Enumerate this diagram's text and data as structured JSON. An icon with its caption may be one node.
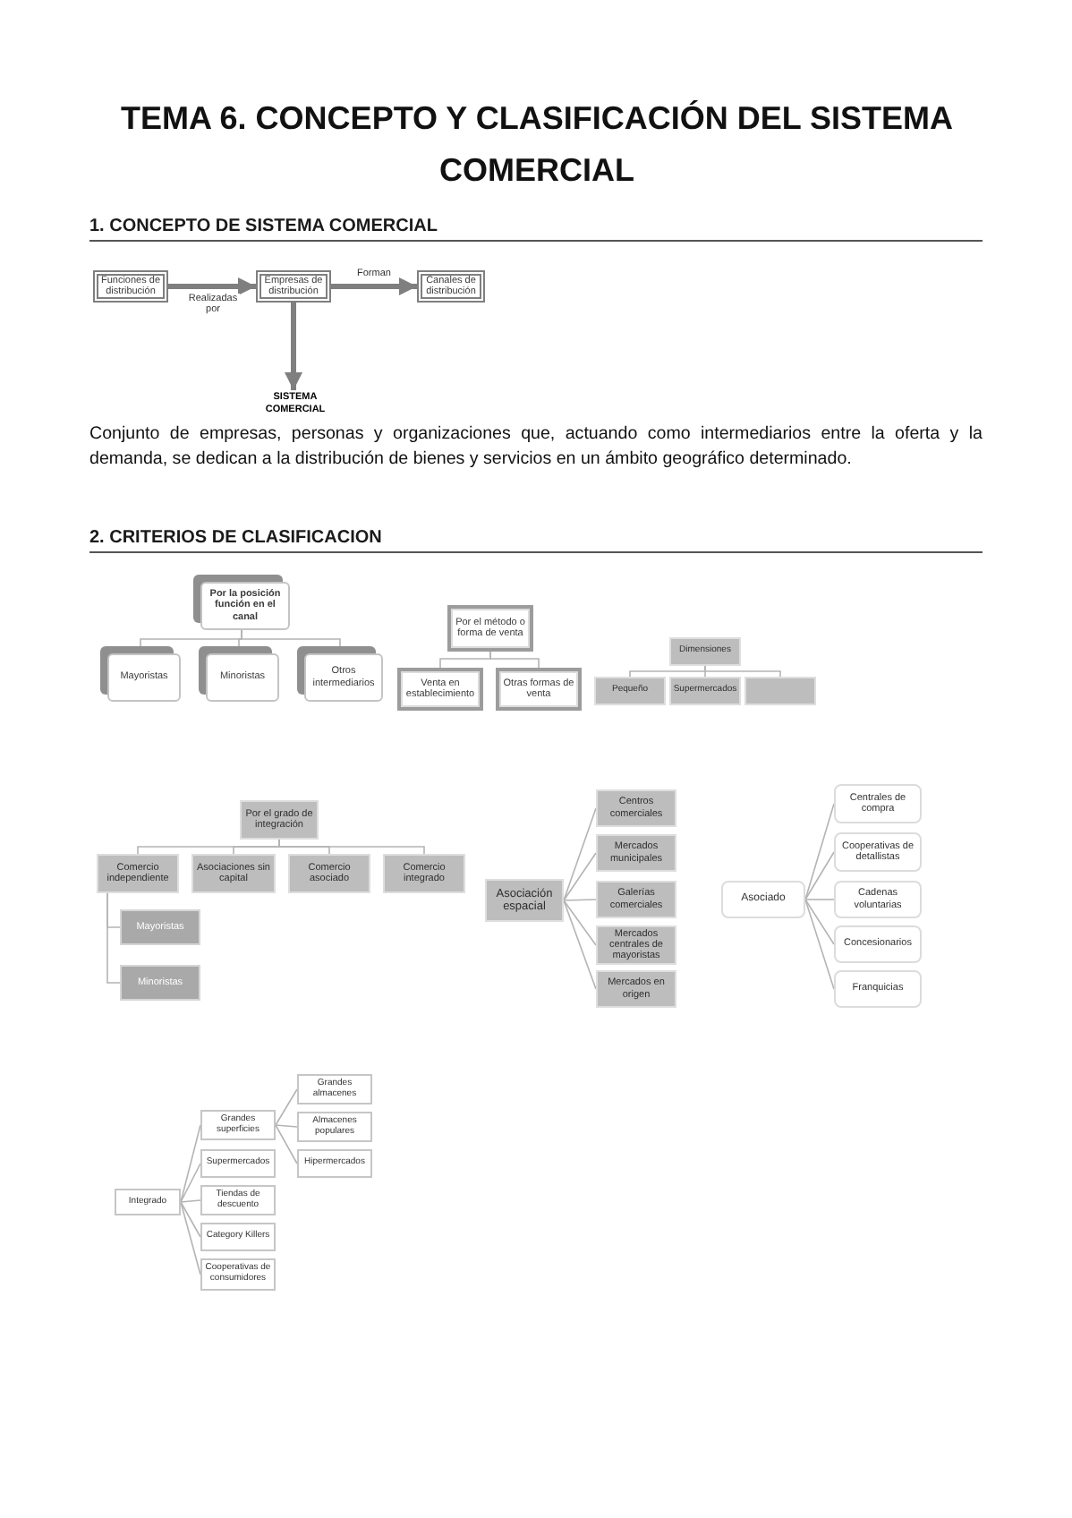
{
  "diagram": {
    "title": "TEMA 6. CONCEPTO Y CLASIFICACIÓN DEL SISTEMA COMERCIAL",
    "nodes": [
      {
        "text": [
          "Funciones de distribución"
        ]
      },
      {
        "text": [
          "Empresas de distribución"
        ]
      },
      {
        "text": [
          "Canales de distribución"
        ]
      },
      {
        "text": [
          "SISTEMA COMERCIAL"
        ]
      },
      {
        "text": [
          "Por la posición función en el canal"
        ]
      },
      {
        "text": [
          "Mayoristas"
        ]
      },
      {
        "text": [
          "Minoristas"
        ]
      },
      {
        "text": [
          "Otros intermediarios"
        ]
      },
      {
        "text": [
          "Por el método o forma de venta"
        ]
      },
      {
        "text": [
          "Venta en establecimiento"
        ]
      },
      {
        "text": [
          "Otras formas de venta"
        ]
      },
      {
        "text": [
          "Dimensiones"
        ]
      },
      {
        "text": [
          "Pequeño"
        ]
      },
      {
        "text": [
          "Supermercados"
        ]
      },
      {
        "text": [],
        "shape": "box"
      },
      {
        "text": [
          "Por el grado de integración"
        ]
      },
      {
        "text": [
          "Comercio independiente"
        ]
      },
      {
        "text": [
          "Asociaciones sin capital"
        ]
      },
      {
        "text": [
          "Comercio asociado"
        ]
      },
      {
        "text": [
          "Comercio integrado"
        ]
      },
      {
        "text": [
          "Mayoristas"
        ]
      },
      {
        "text": [
          "Minoristas"
        ]
      },
      {
        "text": [
          "Asociación espacial"
        ]
      },
      {
        "text": [
          "Centros comerciales"
        ]
      },
      {
        "text": [
          "Mercados municipales"
        ]
      },
      {
        "text": [
          "Galerías comerciales"
        ]
      },
      {
        "text": [
          "Mercados centrales de mayoristas"
        ]
      },
      {
        "text": [
          "Mercados en origen"
        ]
      },
      {
        "text": [
          "Asociado"
        ]
      },
      {
        "text": [
          "Centrales de compra"
        ]
      },
      {
        "text": [
          "Cooperativas de detallistas"
        ]
      },
      {
        "text": [
          "Cadenas voluntarias"
        ]
      },
      {
        "text": [
          "Concesionarios"
        ]
      },
      {
        "text": [
          "Franquicias"
        ]
      },
      {
        "text": [
          "Integrado"
        ]
      },
      {
        "text": [
          "Grandes superficies"
        ]
      },
      {
        "text": [
          "Grandes almacenes"
        ]
      },
      {
        "text": [
          "Almacenes populares"
        ]
      },
      {
        "text": [
          "Hipermercados"
        ]
      },
      {
        "text": [
          "Supermercados"
        ]
      },
      {
        "text": [
          "Tiendas de descuento"
        ]
      },
      {
        "text": [
          "Category Killers"
        ]
      },
      {
        "text": [
          "Cooperativas de consumidores"
        ]
      }
    ],
    "edges": [
      {
        "from": 0,
        "to": 1,
        "arrow": "to",
        "label": "Realizadas por",
        "style": "thick",
        "color": "#7f7f7f"
      },
      {
        "from": 1,
        "to": 2,
        "arrow": "to",
        "label": "Forman",
        "style": "thick",
        "color": "#7f7f7f"
      },
      {
        "from": 1,
        "to": 3,
        "arrow": "to",
        "style": "thick",
        "color": "#7f7f7f"
      },
      {
        "from": 4,
        "to": 5,
        "arrow": "none"
      },
      {
        "from": 4,
        "to": 6,
        "arrow": "none"
      },
      {
        "from": 4,
        "to": 7,
        "arrow": "none"
      },
      {
        "from": 8,
        "to": 9,
        "arrow": "none"
      },
      {
        "from": 8,
        "to": 10,
        "arrow": "none"
      },
      {
        "from": 11,
        "to": 12,
        "arrow": "none"
      },
      {
        "from": 11,
        "to": 13,
        "arrow": "none"
      },
      {
        "from": 11,
        "to": 14,
        "arrow": "none"
      },
      {
        "from": 15,
        "to": 16,
        "arrow": "none"
      },
      {
        "from": 15,
        "to": 17,
        "arrow": "none"
      },
      {
        "from": 15,
        "to": 18,
        "arrow": "none"
      },
      {
        "from": 15,
        "to": 19,
        "arrow": "none"
      },
      {
        "from": 16,
        "to": 20,
        "arrow": "none"
      },
      {
        "from": 16,
        "to": 21,
        "arrow": "none"
      },
      {
        "from": 22,
        "to": 23,
        "arrow": "none"
      },
      {
        "from": 22,
        "to": 24,
        "arrow": "none"
      },
      {
        "from": 22,
        "to": 25,
        "arrow": "none"
      },
      {
        "from": 22,
        "to": 26,
        "arrow": "none"
      },
      {
        "from": 22,
        "to": 27,
        "arrow": "none"
      },
      {
        "from": 28,
        "to": 29,
        "arrow": "none"
      },
      {
        "from": 28,
        "to": 30,
        "arrow": "none"
      },
      {
        "from": 28,
        "to": 31,
        "arrow": "none"
      },
      {
        "from": 28,
        "to": 32,
        "arrow": "none"
      },
      {
        "from": 28,
        "to": 33,
        "arrow": "none"
      },
      {
        "from": 34,
        "to": 35,
        "arrow": "none"
      },
      {
        "from": 34,
        "to": 39,
        "arrow": "none"
      },
      {
        "from": 34,
        "to": 40,
        "arrow": "none"
      },
      {
        "from": 34,
        "to": 41,
        "arrow": "none"
      },
      {
        "from": 34,
        "to": 42,
        "arrow": "none"
      },
      {
        "from": 35,
        "to": 36,
        "arrow": "none"
      },
      {
        "from": 35,
        "to": 37,
        "arrow": "none"
      },
      {
        "from": 35,
        "to": 38,
        "arrow": "none"
      }
    ],
    "labels": [
      "1. CONCEPTO DE SISTEMA COMERCIAL",
      "Conjunto de empresas, personas y organizaciones que, actuando como intermediarios entre la oferta y la demanda, se dedican a la distribución de bienes y servicios en un ámbito geográfico determinado.",
      "2. CRITERIOS DE CLASIFICACION"
    ]
  }
}
